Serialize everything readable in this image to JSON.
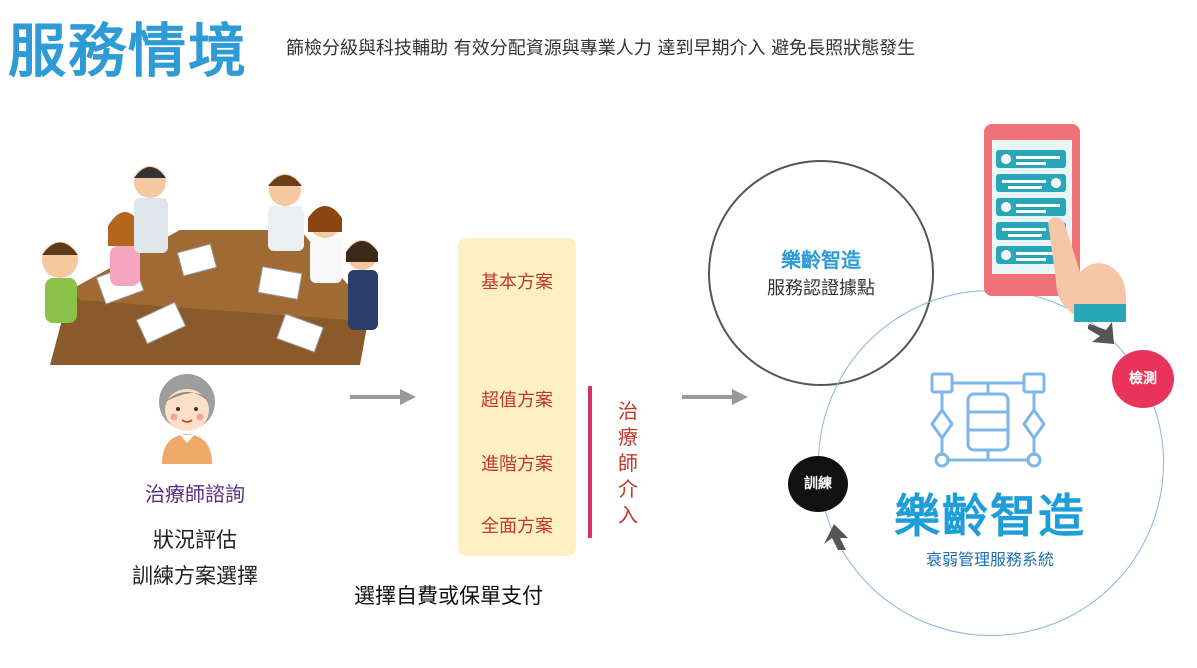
{
  "header": {
    "title": "服務情境",
    "subtitle": "篩檢分級與科技輔助 有效分配資源與專業人力 達到早期介入 避免長照狀態發生"
  },
  "left": {
    "consult_label": "治療師諮詢",
    "eval_line1": "狀況評估",
    "eval_line2": "訓練方案選擇"
  },
  "plans": {
    "items": [
      "基本方案",
      "超值方案",
      "進階方案",
      "全面方案"
    ],
    "therapist_vertical": "治療師介入",
    "payment": "選擇自費或保單支付"
  },
  "right": {
    "circle_title": "樂齡智造",
    "circle_sub": "服務認證據點",
    "badge_detect": "檢測",
    "badge_train": "訓練",
    "brand": "樂齡智造",
    "brand_sub": "衰弱管理服務系統"
  },
  "colors": {
    "title_blue": "#2e9ad6",
    "plan_bg": "#fdf1c3",
    "plan_text": "#c0392b",
    "accent_bar": "#d6336c",
    "detect_badge": "#e8345a",
    "train_badge": "#111111"
  }
}
